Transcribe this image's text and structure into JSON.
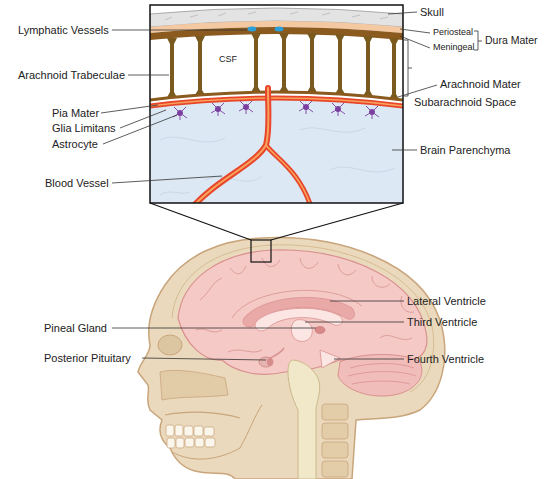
{
  "diagram": {
    "labels": [
      "Skull",
      "Lymphatic Vessels",
      "Periosteal",
      "Meningeal",
      "Dura Mater",
      "CSF",
      "Arachnoid Trabeculae",
      "Arachnoid Mater",
      "Subarachnoid Space",
      "Pia Mater",
      "Glia Limitans",
      "Astrocyte",
      "Brain Parenchyma",
      "Blood Vessel",
      "Lateral Ventricle",
      "Pineal Gland",
      "Third Ventricle",
      "Posterior Pituitary",
      "Fourth Ventricle"
    ]
  }
}
